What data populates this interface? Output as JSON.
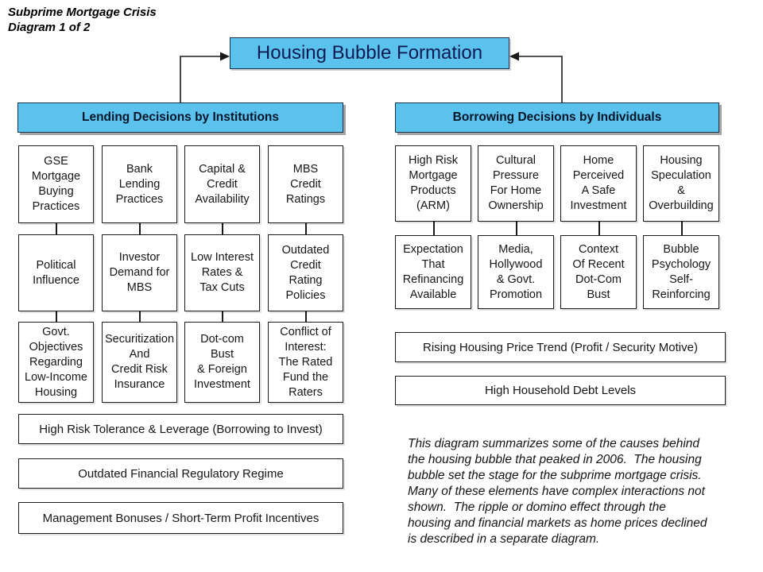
{
  "doc": {
    "title": "Subprime Mortgage Crisis\nDiagram 1 of 2"
  },
  "main_box": {
    "label": "Housing Bubble Formation"
  },
  "left": {
    "header": "Lending Decisions by Institutions",
    "grid": [
      [
        "GSE\nMortgage\nBuying\nPractices",
        "Bank\nLending\nPractices",
        "Capital &\nCredit\nAvailability",
        "MBS\nCredit\nRatings"
      ],
      [
        "Political\nInfluence",
        "Investor\nDemand for\nMBS",
        "Low Interest\nRates &\nTax Cuts",
        "Outdated\nCredit\nRating\nPolicies"
      ],
      [
        "Govt.\nObjectives\nRegarding\nLow-Income\nHousing",
        "Securitization\nAnd\nCredit Risk\nInsurance",
        "Dot-com\nBust\n& Foreign\nInvestment",
        "Conflict of\nInterest:\nThe Rated\nFund the\nRaters"
      ]
    ],
    "wide": [
      "High Risk Tolerance & Leverage (Borrowing to Invest)",
      "Outdated Financial Regulatory Regime",
      "Management Bonuses / Short-Term Profit Incentives"
    ]
  },
  "right": {
    "header": "Borrowing Decisions by Individuals",
    "grid": [
      [
        "High Risk\nMortgage\nProducts\n(ARM)",
        "Cultural\nPressure\nFor Home\nOwnership",
        "Home\nPerceived\nA Safe\nInvestment",
        "Housing\nSpeculation\n&\nOverbuilding"
      ],
      [
        "Expectation\nThat\nRefinancing\nAvailable",
        "Media,\nHollywood\n& Govt.\nPromotion",
        "Context\nOf Recent\nDot-Com\nBust",
        "Bubble\nPsychology\nSelf-\nReinforcing"
      ]
    ],
    "wide": [
      "Rising Housing Price Trend (Profit / Security Motive)",
      "High Household Debt Levels"
    ]
  },
  "note": "This diagram summarizes some of the causes behind\nthe housing bubble that peaked in 2006.  The housing\nbubble set the stage for the subprime mortgage crisis.\nMany of these elements have complex interactions not\nshown.  The ripple or domino effect through the\nhousing and financial markets as home prices declined\nis described in a separate diagram.",
  "colors": {
    "box_fill_blue": "#5BC2EE",
    "box_border_dark": "#16324F",
    "connector_black": "#1A1A1A"
  }
}
